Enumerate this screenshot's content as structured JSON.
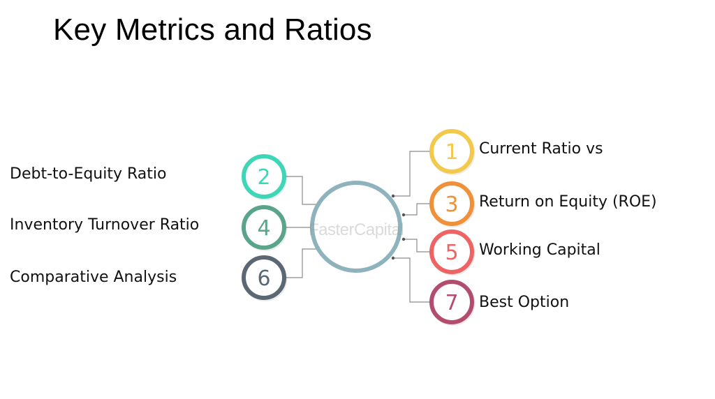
{
  "title": "Key Metrics and Ratios",
  "watermark": "FasterCapital",
  "items": [
    {
      "number": "1",
      "label": "Current Ratio vs",
      "color": "#f2c94c",
      "side": "right"
    },
    {
      "number": "2",
      "label": "Debt-to-Equity Ratio",
      "color": "#3fd6b7",
      "side": "left"
    },
    {
      "number": "3",
      "label": "Return on Equity (ROE)",
      "color": "#f0913a",
      "side": "right"
    },
    {
      "number": "4",
      "label": "Inventory Turnover Ratio",
      "color": "#5aa58a",
      "side": "left"
    },
    {
      "number": "5",
      "label": "Working Capital",
      "color": "#ee6464",
      "side": "right"
    },
    {
      "number": "6",
      "label": "Comparative Analysis",
      "color": "#5b6873",
      "side": "left"
    },
    {
      "number": "7",
      "label": "Best Option",
      "color": "#b34d6e",
      "side": "right"
    }
  ],
  "center_color": "#8fb3bd",
  "connector_color": "#8a8a8a"
}
